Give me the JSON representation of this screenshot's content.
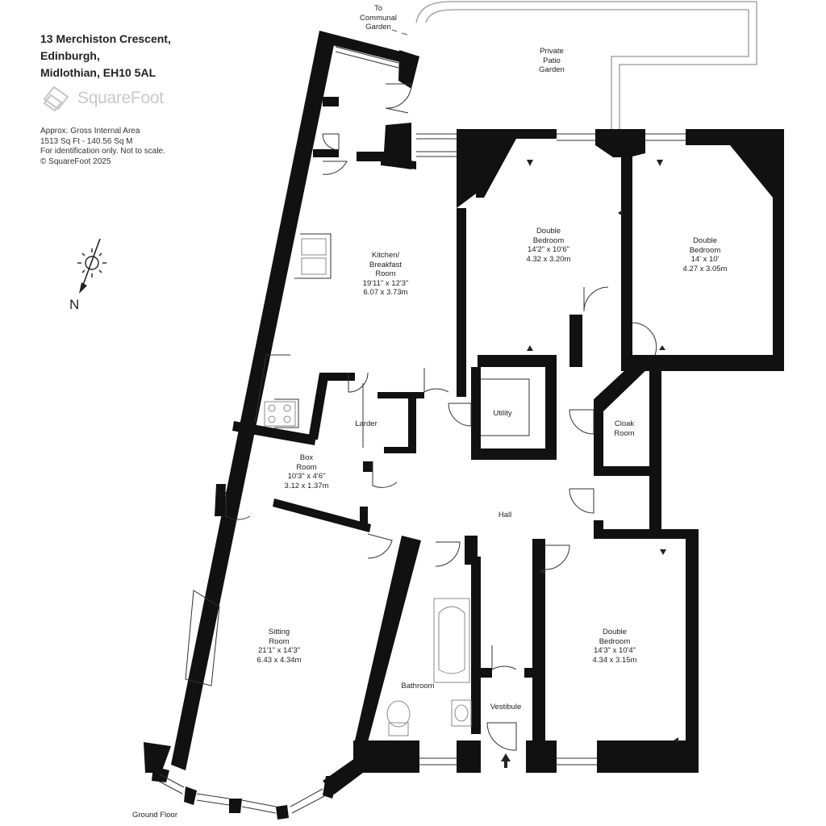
{
  "property": {
    "address_line1": "13 Merchiston Crescent,",
    "address_line2": "Edinburgh,",
    "address_line3": "Midlothian, EH10 5AL"
  },
  "brand": {
    "name": "SquareFoot",
    "color": "#c9c9c9"
  },
  "notes": {
    "line1": "Approx. Gross Internal Area",
    "line2": "1513 Sq Ft  -  140.56 Sq M",
    "line3": "For identification only. Not to scale.",
    "line4": "© SquareFoot 2025"
  },
  "compass": {
    "letter": "N",
    "icon": "sun-icon"
  },
  "floor_label": "Ground Floor",
  "outside": {
    "communal_l1": "To",
    "communal_l2": "Communal",
    "communal_l3": "Garden",
    "patio_l1": "Private",
    "patio_l2": "Patio",
    "patio_l3": "Garden"
  },
  "rooms": {
    "kitchen": {
      "name1": "Kitchen/",
      "name2": "Breakfast",
      "name3": "Room",
      "imperial": "19'11\" x 12'3\"",
      "metric": "6.07 x 3.73m"
    },
    "bed1": {
      "name1": "Double",
      "name2": "Bedroom",
      "imperial": "14'2\" x 10'6\"",
      "metric": "4.32 x 3.20m"
    },
    "bed2": {
      "name1": "Double",
      "name2": "Bedroom",
      "imperial": "14' x 10'",
      "metric": "4.27 x 3.05m"
    },
    "bed3": {
      "name1": "Double",
      "name2": "Bedroom",
      "imperial": "14'3\" x 10'4\"",
      "metric": "4.34 x 3.15m"
    },
    "box": {
      "name1": "Box",
      "name2": "Room",
      "imperial": "10'3\" x 4'6\"",
      "metric": "3.12 x 1.37m"
    },
    "sitting": {
      "name1": "Sitting",
      "name2": "Room",
      "imperial": "21'1\" x 14'3\"",
      "metric": "6.43 x 4.34m"
    },
    "larder": {
      "name": "Larder"
    },
    "utility": {
      "name": "Utility"
    },
    "cloak": {
      "name1": "Cloak",
      "name2": "Room"
    },
    "hall": {
      "name": "Hall"
    },
    "bathroom": {
      "name": "Bathroom"
    },
    "vestibule": {
      "name": "Vestibule"
    }
  },
  "colors": {
    "wall": "#111111",
    "ink": "#222222",
    "fixture": "#888888"
  }
}
